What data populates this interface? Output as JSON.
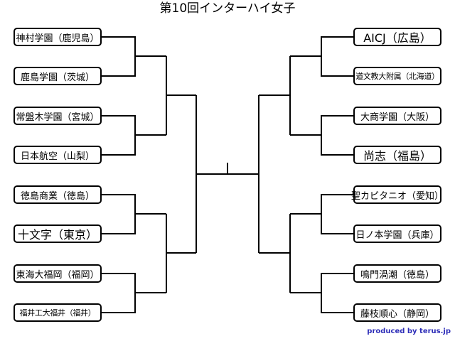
{
  "title": "第10回インターハイ女子",
  "left_teams": [
    "神村学園（鹿児島）",
    "鹿島学園（茨城）",
    "常盤木学園（宮城）",
    "日本航空（山梨）",
    "徳島商業（徳島）",
    "十文字（東京）",
    "東海大福岡（福岡）",
    "福井工大福井（福井）"
  ],
  "right_teams": [
    "AICJ（広島）",
    "道文教大附属（北海道）",
    "大商学園（大阪）",
    "尚志（福島）",
    "聖カピタニオ（愛知）",
    "日ノ本学園（兵庫）",
    "鳴門渦潮（徳島）",
    "藤枝順心（静岡）"
  ],
  "credit": "produced by terus.jp"
}
